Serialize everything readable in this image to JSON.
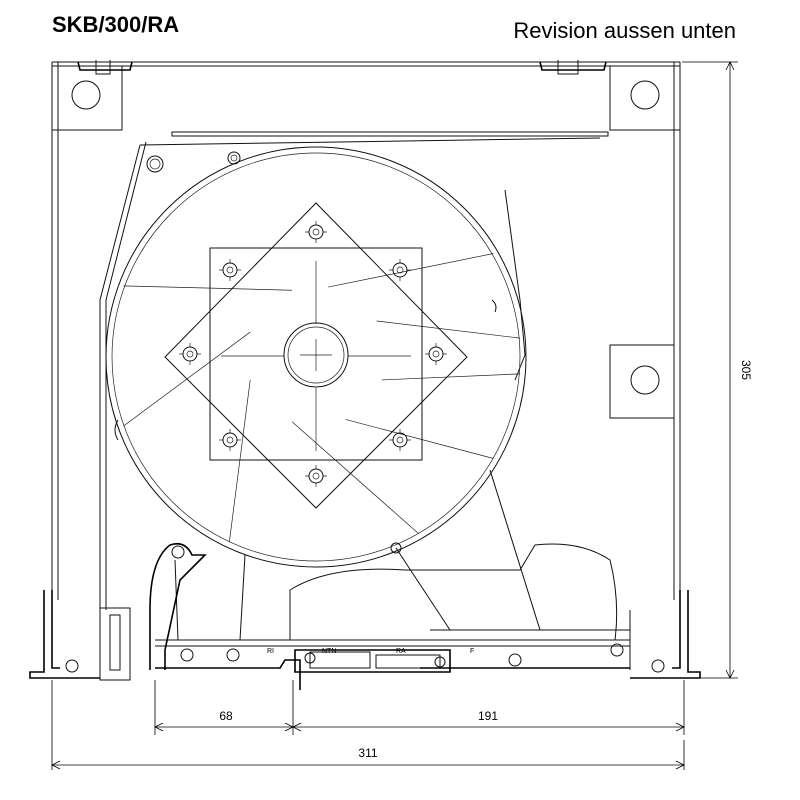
{
  "header": {
    "title": "SKB/300/RA",
    "subtitle": "Revision aussen unten"
  },
  "dimensions": {
    "height": "305",
    "left_width": "68",
    "right_width": "191",
    "total_width": "311"
  },
  "part_labels": {
    "ri": "RI",
    "ra": "RA",
    "f": "F",
    "ntn": "NTN"
  }
}
